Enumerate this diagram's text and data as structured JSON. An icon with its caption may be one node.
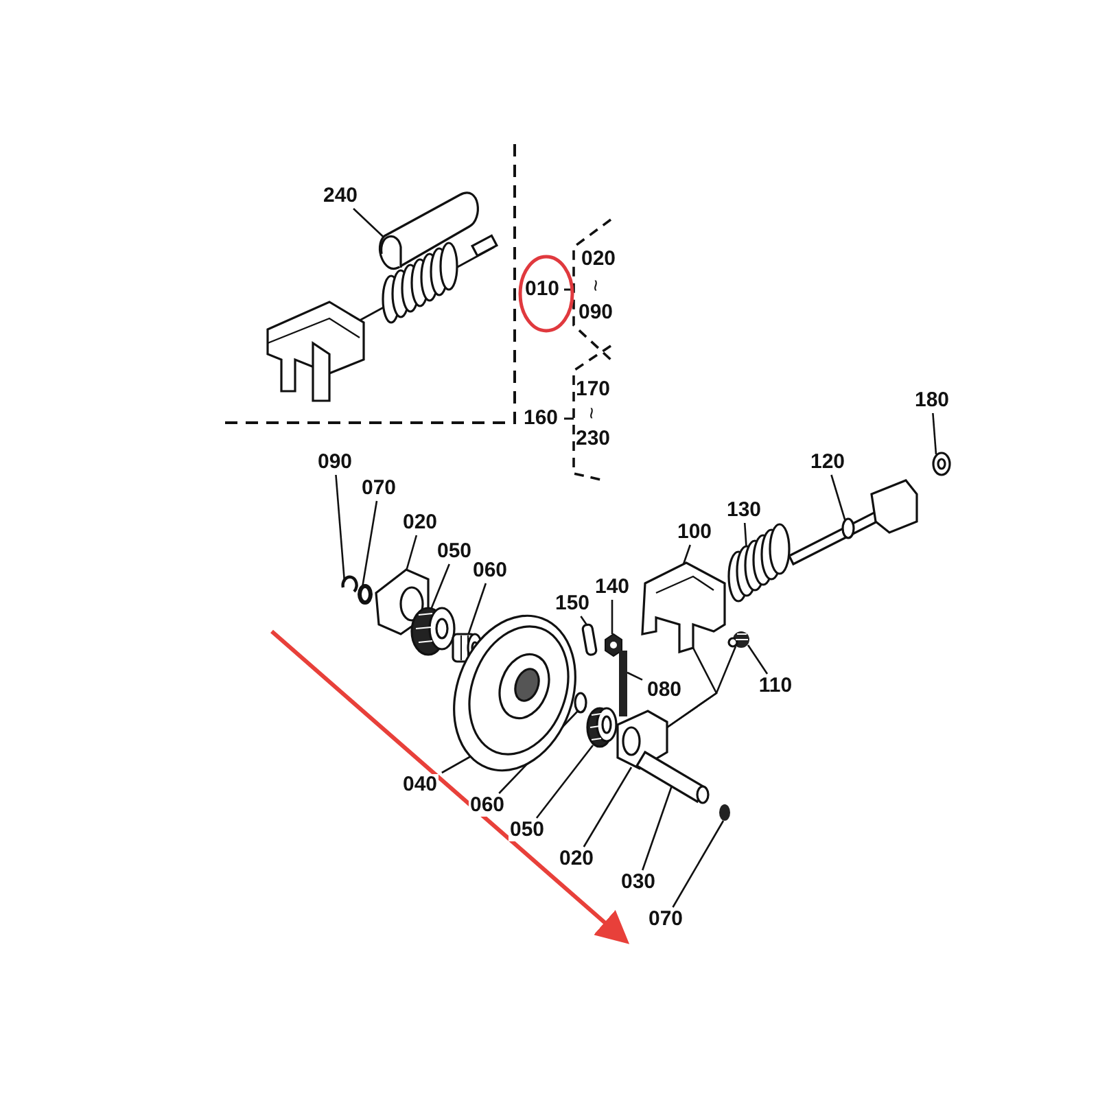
{
  "diagram": {
    "nodes": [
      {
        "text": [
          "240"
        ]
      },
      {
        "text": [],
        "shape": "picture"
      },
      {
        "text": [
          "090"
        ]
      },
      {
        "text": [],
        "shape": "picture"
      },
      {
        "text": [
          "070"
        ]
      },
      {
        "text": [],
        "shape": "circle"
      },
      {
        "text": [
          "020"
        ]
      },
      {
        "text": [],
        "shape": "picture"
      },
      {
        "text": [
          "050"
        ]
      },
      {
        "text": [],
        "shape": "picture"
      },
      {
        "text": [
          "060"
        ]
      },
      {
        "text": [],
        "shape": "picture"
      },
      {
        "text": [
          "150"
        ]
      },
      {
        "text": [],
        "shape": "bar"
      },
      {
        "text": [
          "140"
        ]
      },
      {
        "text": [],
        "shape": "picture"
      },
      {
        "text": [
          "100"
        ]
      },
      {
        "text": [],
        "shape": "picture"
      },
      {
        "text": [
          "130"
        ]
      },
      {
        "text": [],
        "shape": "picture"
      },
      {
        "text": [
          "120"
        ]
      },
      {
        "text": [],
        "shape": "picture"
      },
      {
        "text": [
          "180"
        ]
      },
      {
        "text": [],
        "shape": "picture"
      },
      {
        "text": [
          "110"
        ]
      },
      {
        "text": [],
        "shape": "picture"
      },
      {
        "text": [
          "080"
        ]
      },
      {
        "text": [],
        "shape": "bar"
      },
      {
        "text": [
          "040"
        ]
      },
      {
        "text": [],
        "shape": "picture"
      },
      {
        "text": [
          "060"
        ]
      },
      {
        "text": [],
        "shape": "circle"
      },
      {
        "text": [
          "050"
        ]
      },
      {
        "text": [],
        "shape": "picture"
      },
      {
        "text": [
          "020"
        ]
      },
      {
        "text": [],
        "shape": "picture"
      },
      {
        "text": [
          "030"
        ]
      },
      {
        "text": [],
        "shape": "picture"
      },
      {
        "text": [
          "070"
        ]
      },
      {
        "text": [],
        "shape": "circle"
      }
    ],
    "edges": [
      {
        "from": 0,
        "to": 1,
        "arrow": "none"
      },
      {
        "from": 2,
        "to": 3,
        "arrow": "none"
      },
      {
        "from": 4,
        "to": 5,
        "arrow": "none"
      },
      {
        "from": 6,
        "to": 7,
        "arrow": "none"
      },
      {
        "from": 8,
        "to": 9,
        "arrow": "none"
      },
      {
        "from": 10,
        "to": 11,
        "arrow": "none"
      },
      {
        "from": 12,
        "to": 13,
        "arrow": "none"
      },
      {
        "from": 14,
        "to": 15,
        "arrow": "none"
      },
      {
        "from": 16,
        "to": 17,
        "arrow": "none"
      },
      {
        "from": 18,
        "to": 19,
        "arrow": "none"
      },
      {
        "from": 20,
        "to": 21,
        "arrow": "none"
      },
      {
        "from": 22,
        "to": 23,
        "arrow": "none"
      },
      {
        "from": 24,
        "to": 25,
        "arrow": "none"
      },
      {
        "from": 26,
        "to": 27,
        "arrow": "none"
      },
      {
        "from": 28,
        "to": 29,
        "arrow": "none"
      },
      {
        "from": 30,
        "to": 31,
        "arrow": "none"
      },
      {
        "from": 32,
        "to": 33,
        "arrow": "none"
      },
      {
        "from": 34,
        "to": 35,
        "arrow": "none"
      },
      {
        "from": 36,
        "to": 37,
        "arrow": "none"
      },
      {
        "from": 38,
        "to": 39,
        "arrow": "none"
      },
      {
        "from": 35,
        "to": 17,
        "arrow": "none"
      },
      {
        "from": 35,
        "to": 25,
        "arrow": "none"
      }
    ],
    "labels": [
      "010",
      "020",
      "~",
      "090",
      "160",
      "170",
      "~",
      "230"
    ]
  }
}
